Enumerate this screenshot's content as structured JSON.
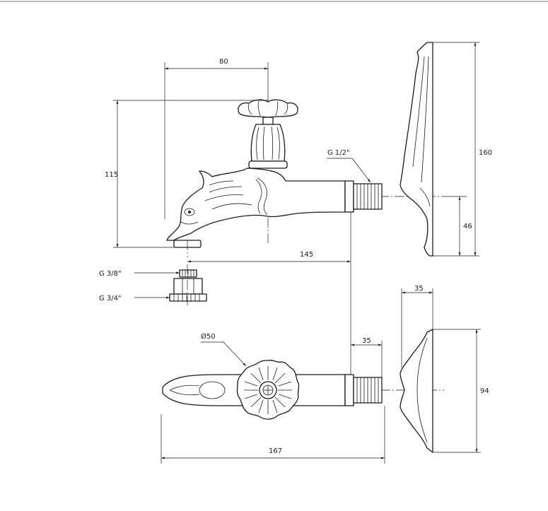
{
  "dimensions": {
    "top_spout_width": "80",
    "height_total": "115",
    "depth_to_wall": "145",
    "wall_plate_height": "160",
    "wall_plate_offset": "46",
    "thread_length_side": "35",
    "thread_length_top": "35",
    "handle_diameter": "Ø50",
    "total_length": "167",
    "plate_height_top_view": "94"
  },
  "threads": {
    "inlet": "G 1/2\"",
    "outlet_small": "G 3/8\"",
    "outlet_large": "G 3/4\""
  }
}
